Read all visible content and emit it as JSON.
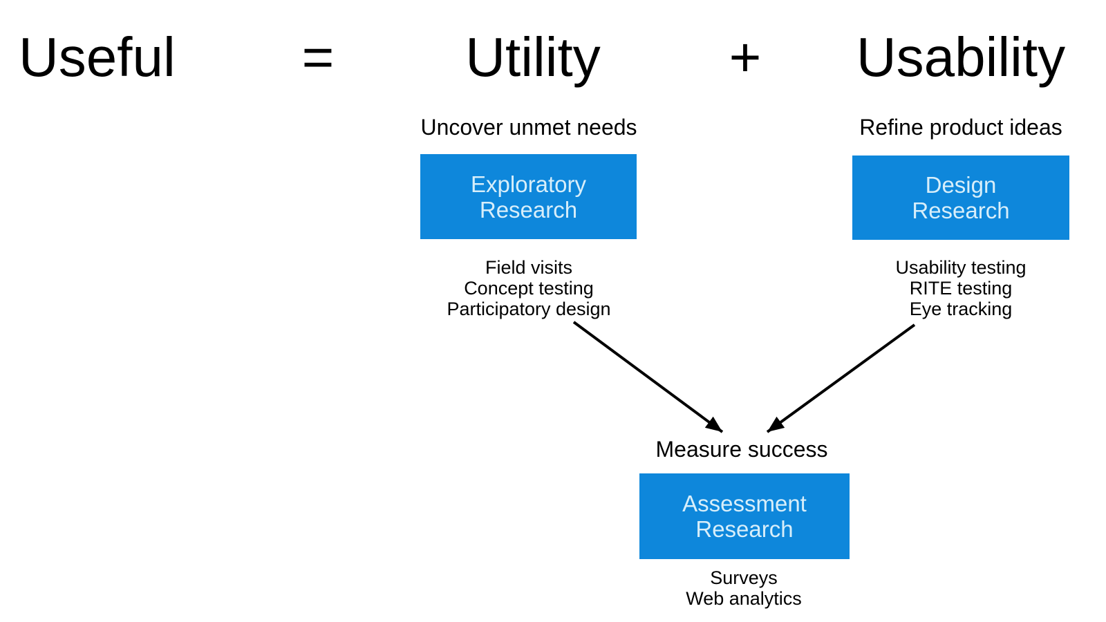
{
  "title_equation": {
    "useful": "Useful",
    "equals_sign": "=",
    "utility": "Utility",
    "plus_sign": "+",
    "usability": "Usability"
  },
  "colors": {
    "box_fill": "#0e87db",
    "box_text": "#d7eefa",
    "text": "#000000",
    "background": "#ffffff",
    "arrow": "#000000"
  },
  "utility_column": {
    "subtitle": "Uncover unmet needs",
    "box_line1": "Exploratory",
    "box_line2": "Research",
    "methods": [
      "Field visits",
      "Concept testing",
      "Participatory design"
    ]
  },
  "usability_column": {
    "subtitle": "Refine product ideas",
    "box_line1": "Design",
    "box_line2": "Research",
    "methods": [
      "Usability testing",
      "RITE testing",
      "Eye tracking"
    ]
  },
  "assessment_section": {
    "subtitle": "Measure success",
    "box_line1": "Assessment",
    "box_line2": "Research",
    "methods": [
      "Surveys",
      "Web analytics"
    ]
  }
}
